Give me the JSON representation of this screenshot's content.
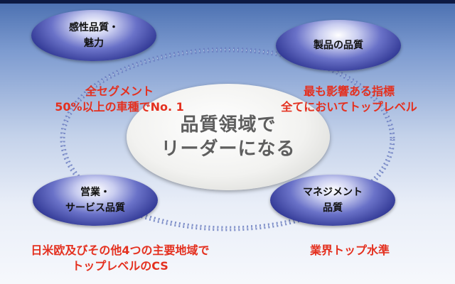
{
  "colors": {
    "background_top": "#4a6fb0",
    "background_bottom": "#f6f8fc",
    "node_fill": "#2c3390",
    "note_text": "#e4301f",
    "center_text": "#5e5e5e",
    "ring_stroke": "#6a7cc0"
  },
  "center": {
    "line1": "品質領域で",
    "line2": "リーダーになる"
  },
  "nodes": {
    "top_left": {
      "line1": "感性品質・",
      "line2": "魅力",
      "note_line1": "全セグメント",
      "note_line2": "50%以上の車種でNo. 1"
    },
    "top_right": {
      "line1": "製品の品質",
      "note_line1": "最も影響ある指標",
      "note_line2": "全てにおいてトップレベル"
    },
    "bottom_left": {
      "line1": "営業・",
      "line2": "サービス品質",
      "note_line1": "日米欧及びその他4つの主要地域で",
      "note_line2": "トップレベルのCS"
    },
    "bottom_right": {
      "line1": "マネジメント",
      "line2": "品質",
      "note_line1": "業界トップ水準"
    }
  }
}
